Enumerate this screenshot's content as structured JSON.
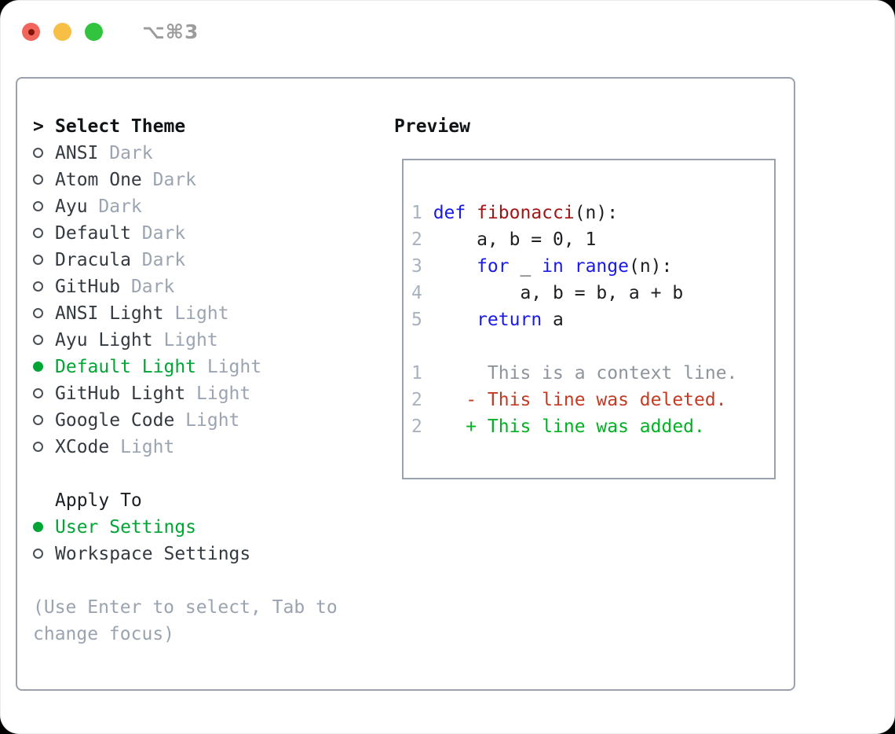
{
  "window": {
    "shortcut": "⌥⌘3"
  },
  "picker": {
    "title": "Select Theme",
    "title_marker": ">",
    "items": [
      {
        "name": "ANSI",
        "tag": "Dark",
        "selected": false
      },
      {
        "name": "Atom One",
        "tag": "Dark",
        "selected": false
      },
      {
        "name": "Ayu",
        "tag": "Dark",
        "selected": false
      },
      {
        "name": "Default",
        "tag": "Dark",
        "selected": false
      },
      {
        "name": "Dracula",
        "tag": "Dark",
        "selected": false
      },
      {
        "name": "GitHub",
        "tag": "Dark",
        "selected": false
      },
      {
        "name": "ANSI Light",
        "tag": "Light",
        "selected": false
      },
      {
        "name": "Ayu Light",
        "tag": "Light",
        "selected": false
      },
      {
        "name": "Default Light",
        "tag": "Light",
        "selected": true
      },
      {
        "name": "GitHub Light",
        "tag": "Light",
        "selected": false
      },
      {
        "name": "Google Code",
        "tag": "Light",
        "selected": false
      },
      {
        "name": "XCode",
        "tag": "Light",
        "selected": false
      }
    ],
    "apply_title": "Apply To",
    "apply_options": [
      {
        "name": "User Settings",
        "selected": true
      },
      {
        "name": "Workspace Settings",
        "selected": false
      }
    ],
    "hint": "(Use Enter to select, Tab to change focus)"
  },
  "preview": {
    "title": "Preview",
    "code": {
      "line1": {
        "num": "1",
        "kw1": "def ",
        "fn": "fibonacci",
        "rest": "(n):"
      },
      "line2": {
        "num": "2",
        "text": "    a, b = 0, 1"
      },
      "line3": {
        "num": "3",
        "ind": "    ",
        "kw1": "for",
        "mid1": " _ ",
        "kw2": "in",
        "mid2": " ",
        "kw3": "range",
        "rest": "(n):"
      },
      "line4": {
        "num": "4",
        "text": "        a, b = b, a + b"
      },
      "line5": {
        "num": "5",
        "ind": "    ",
        "kw1": "return",
        "rest": " a"
      }
    },
    "diff": [
      {
        "num": "1",
        "text": "     This is a context line.",
        "kind": "context"
      },
      {
        "num": "2",
        "text": "   - This line was deleted.",
        "kind": "deleted"
      },
      {
        "num": "2",
        "text": "   + This line was added.",
        "kind": "added"
      }
    ]
  },
  "colors": {
    "accent_green": "#00a535",
    "keyword_blue": "#1a1ae8",
    "function_red": "#a31515",
    "diff_deleted_red": "#c43a23",
    "diff_added_green": "#00b224",
    "muted_gray": "#9ba4b1",
    "border_gray": "#99a2ad",
    "traffic_red": "#f2655c",
    "traffic_yellow": "#f7bf45",
    "traffic_green": "#33c43f"
  }
}
